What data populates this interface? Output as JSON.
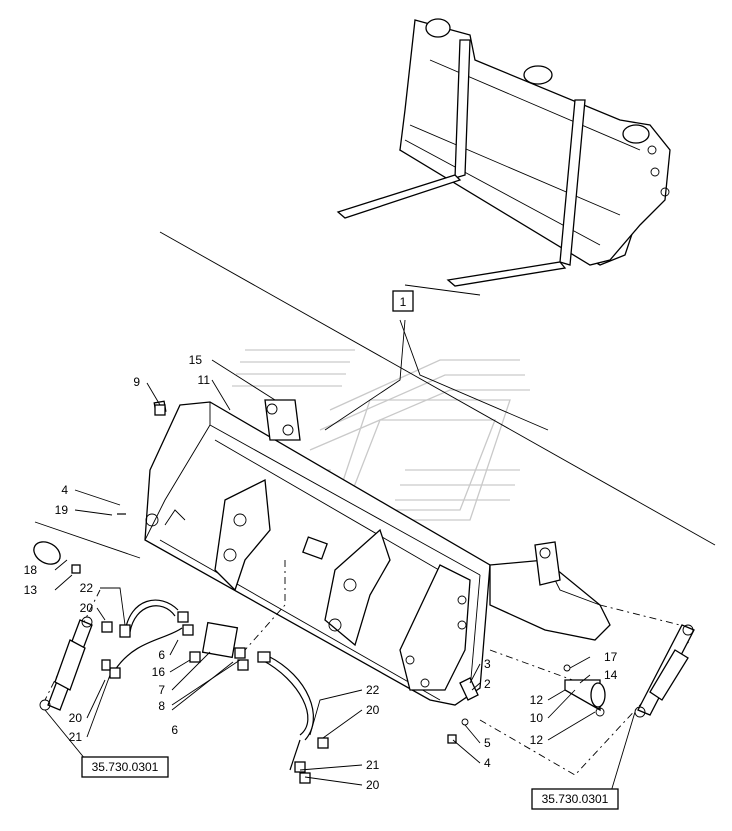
{
  "diagram": {
    "callouts": {
      "c1": "1",
      "c15": "15",
      "c9": "9",
      "c11": "11",
      "c4a": "4",
      "c19": "19",
      "c18": "18",
      "c13": "13",
      "c22a": "22",
      "c20a": "20",
      "c6a": "6",
      "c16": "16",
      "c7": "7",
      "c8": "8",
      "c6b": "6",
      "c20b": "20",
      "c21a": "21",
      "c22b": "22",
      "c20c": "20",
      "c21b": "21",
      "c20d": "20",
      "c3": "3",
      "c2": "2",
      "c5": "5",
      "c4b": "4",
      "c17": "17",
      "c14": "14",
      "c12a": "12",
      "c10": "10",
      "c12b": "12"
    },
    "references": {
      "left": "35.730.0301",
      "right": "35.730.0301"
    }
  }
}
